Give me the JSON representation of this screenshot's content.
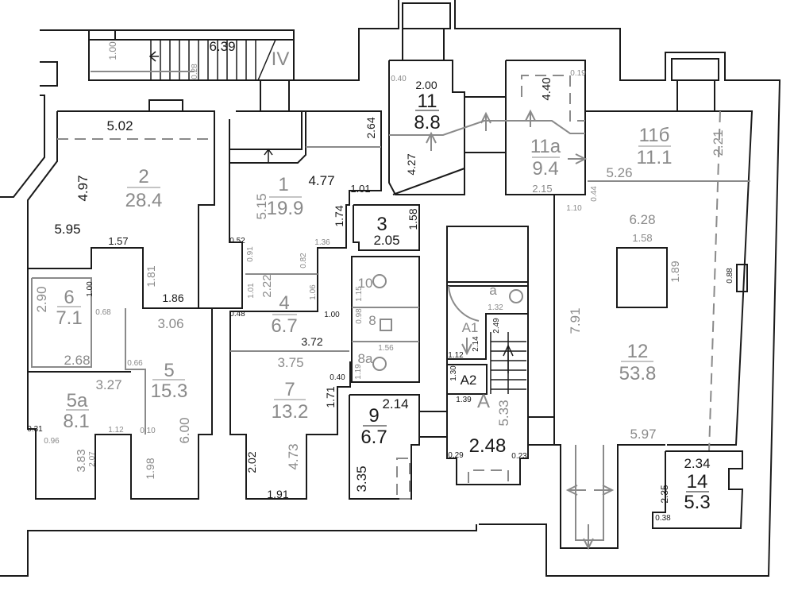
{
  "plan": {
    "rooms": {
      "r1": {
        "num": "1",
        "area": "19.9"
      },
      "r2": {
        "num": "2",
        "area": "28.4"
      },
      "r3": {
        "num": "3",
        "area": "2.05"
      },
      "r4": {
        "num": "4",
        "area": "6.7"
      },
      "r5": {
        "num": "5",
        "area": "15.3"
      },
      "r5a": {
        "num": "5a",
        "area": "8.1"
      },
      "r6": {
        "num": "6",
        "area": "7.1"
      },
      "r7": {
        "num": "7",
        "area": "13.2"
      },
      "r9": {
        "num": "9",
        "area": "6.7"
      },
      "r11": {
        "num": "11",
        "area": "8.8"
      },
      "r11a": {
        "num": "11a",
        "area": "9.4"
      },
      "r11b": {
        "num": "11б",
        "area": "11.1"
      },
      "r12": {
        "num": "12",
        "area": "53.8"
      },
      "r14": {
        "num": "14",
        "area": "5.3"
      },
      "rA": {
        "num": "A",
        "area": "2.48"
      }
    },
    "labels": {
      "IV": "IV",
      "A1": "A1",
      "A2": "A2",
      "w8": "8",
      "w8a": "8a",
      "w10": "10",
      "wa": "a"
    },
    "dims": {
      "d639": "6.39",
      "d502": "5.02",
      "d595": "5.95",
      "d157": "1.57",
      "d477": "4.77",
      "d101": "1.01",
      "d186": "1.86",
      "d372": "3.72",
      "d052": "0.52",
      "d048": "0.48",
      "d100b": "1.00",
      "d040": "0.40",
      "d191": "1.91",
      "d214": "2.14",
      "d200": "2.00",
      "d040b": "0.40",
      "d234": "2.34",
      "d112b": "1.12",
      "d139": "1.39",
      "d031": "0.31",
      "d029": "0.29",
      "d023": "0.23",
      "d038": "0.38",
      "d306": "3.06",
      "d268": "2.68",
      "d375": "3.75",
      "d327": "3.27",
      "d068": "0.68",
      "d066": "0.66",
      "d136": "1.36",
      "d112": "1.12",
      "d010": "0.10",
      "d096": "0.96",
      "d526": "5.26",
      "d215": "2.15",
      "d110": "1.10",
      "d019": "0.19",
      "d628": "6.28",
      "d158b": "1.58",
      "d597": "5.97",
      "d156": "1.56",
      "d132": "1.32",
      "d497": "4.97",
      "d264": "2.64",
      "d427": "4.27",
      "d174": "1.74",
      "d158": "1.58",
      "d171": "1.71",
      "d335": "3.35",
      "d202": "2.02",
      "d440": "4.40",
      "d235": "2.35",
      "d130": "1.30",
      "d214b": "2.14",
      "d249": "2.49",
      "d100a": "1.00",
      "d028": "0.28",
      "d515": "5.15",
      "d181": "1.81",
      "d290": "2.90",
      "d100c": "1.00",
      "d091": "0.91",
      "d082": "0.82",
      "d101b": "1.01",
      "d222": "2.22",
      "d106": "1.06",
      "d600": "6.00",
      "d383": "3.83",
      "d207": "2.07",
      "d198": "1.98",
      "d473": "4.73",
      "d115": "1.15",
      "d098": "0.98",
      "d119": "1.19",
      "d533": "5.33",
      "d221": "2.21",
      "d791": "7.91",
      "d189": "1.89",
      "d088": "0.88",
      "d044": "0.44"
    }
  }
}
